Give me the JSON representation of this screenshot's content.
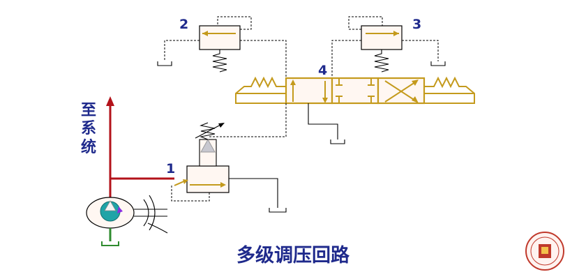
{
  "labels": {
    "valve_1": "1",
    "valve_2": "2",
    "valve_3": "3",
    "valve_4": "4",
    "to_system": [
      "至",
      "系",
      "统"
    ]
  },
  "title": "多级调压回路",
  "colors": {
    "label_blue": "#1f2a8c",
    "pressure_line_red": "#b3121a",
    "suction_line_green": "#2e8b2e",
    "arrow_gold": "#c49a1c",
    "valve_fill": "#fff7f2",
    "pump_rotor_teal": "#1fa4a7",
    "pump_arrow_purple": "#8a2be2",
    "logo_red": "#c0392b"
  },
  "icons": {
    "logo": "university-seal-icon"
  }
}
